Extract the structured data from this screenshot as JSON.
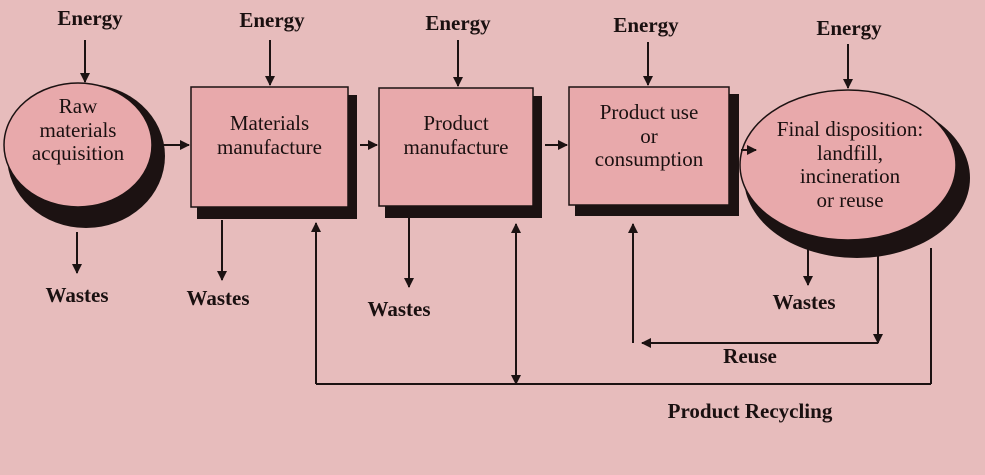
{
  "diagram": {
    "stages": [
      {
        "id": "raw",
        "label_lines": [
          "Raw",
          "materials",
          "acquisition"
        ],
        "shape": "ellipse"
      },
      {
        "id": "materials",
        "label_lines": [
          "Materials",
          "manufacture"
        ],
        "shape": "box"
      },
      {
        "id": "product",
        "label_lines": [
          "Product",
          "manufacture"
        ],
        "shape": "box"
      },
      {
        "id": "use",
        "label_lines": [
          "Product use",
          "or",
          "consumption"
        ],
        "shape": "box"
      },
      {
        "id": "final",
        "label_lines": [
          "Final disposition:",
          "landfill,",
          "incineration",
          "or reuse"
        ],
        "shape": "ellipse"
      }
    ],
    "energy_label": "Energy",
    "wastes_label": "Wastes",
    "reuse_label": "Reuse",
    "recycling_label": "Product Recycling",
    "colors": {
      "background": "#e7bcbc",
      "node_fill": "#e8a9ab",
      "shadow": "#1c1212",
      "line": "#1c1212"
    }
  }
}
